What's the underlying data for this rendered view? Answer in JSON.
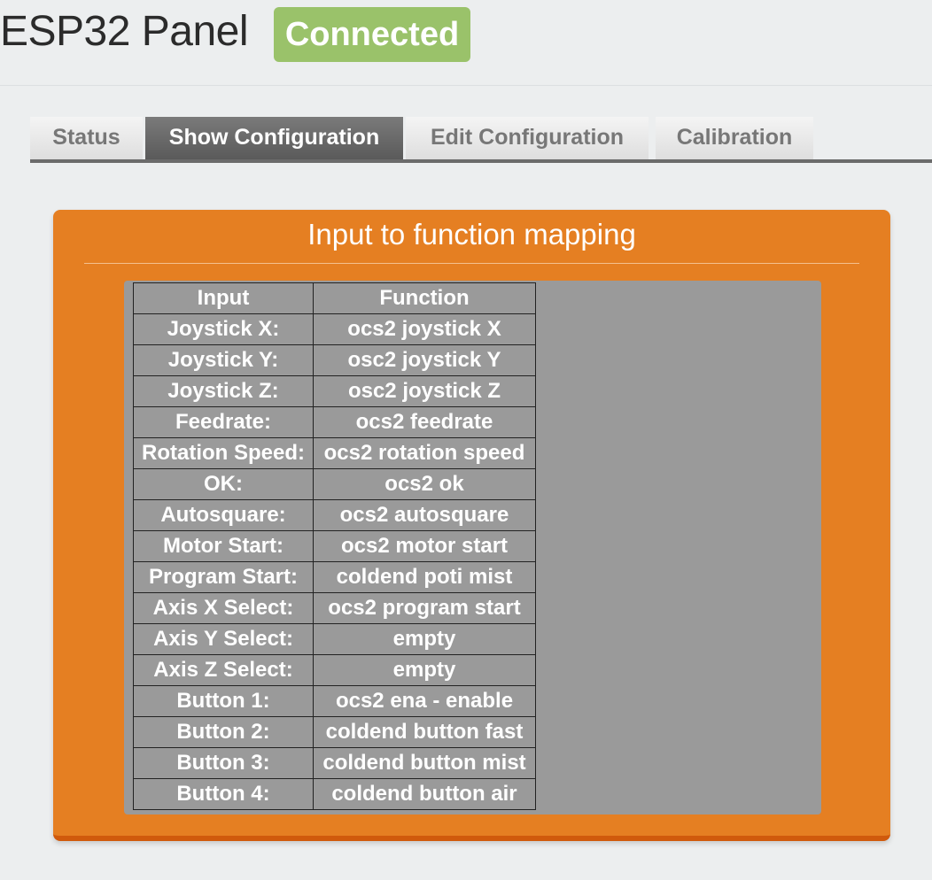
{
  "header": {
    "title": "ESP32 Panel",
    "status": "Connected",
    "status_color": "#9ac26a"
  },
  "tabs": [
    {
      "label": "Status",
      "active": false
    },
    {
      "label": "Show Configuration",
      "active": true
    },
    {
      "label": "Edit Configuration",
      "active": false
    },
    {
      "label": "Calibration",
      "active": false
    }
  ],
  "panel": {
    "title": "Input to function mapping",
    "accent_color": "#e57f22",
    "table": {
      "headers": [
        "Input",
        "Function"
      ],
      "rows": [
        [
          "Joystick X:",
          "ocs2 joystick X"
        ],
        [
          "Joystick Y:",
          "osc2 joystick Y"
        ],
        [
          "Joystick Z:",
          "osc2 joystick Z"
        ],
        [
          "Feedrate:",
          "ocs2 feedrate"
        ],
        [
          "Rotation Speed:",
          "ocs2 rotation speed"
        ],
        [
          "OK:",
          "ocs2 ok"
        ],
        [
          "Autosquare:",
          "ocs2 autosquare"
        ],
        [
          "Motor Start:",
          "ocs2 motor start"
        ],
        [
          "Program Start:",
          "coldend poti mist"
        ],
        [
          "Axis X Select:",
          "ocs2 program start"
        ],
        [
          "Axis Y Select:",
          "empty"
        ],
        [
          "Axis Z Select:",
          "empty"
        ],
        [
          "Button 1:",
          "ocs2 ena - enable"
        ],
        [
          "Button 2:",
          "coldend button fast"
        ],
        [
          "Button 3:",
          "coldend button mist"
        ],
        [
          "Button 4:",
          "coldend button air"
        ]
      ]
    }
  }
}
